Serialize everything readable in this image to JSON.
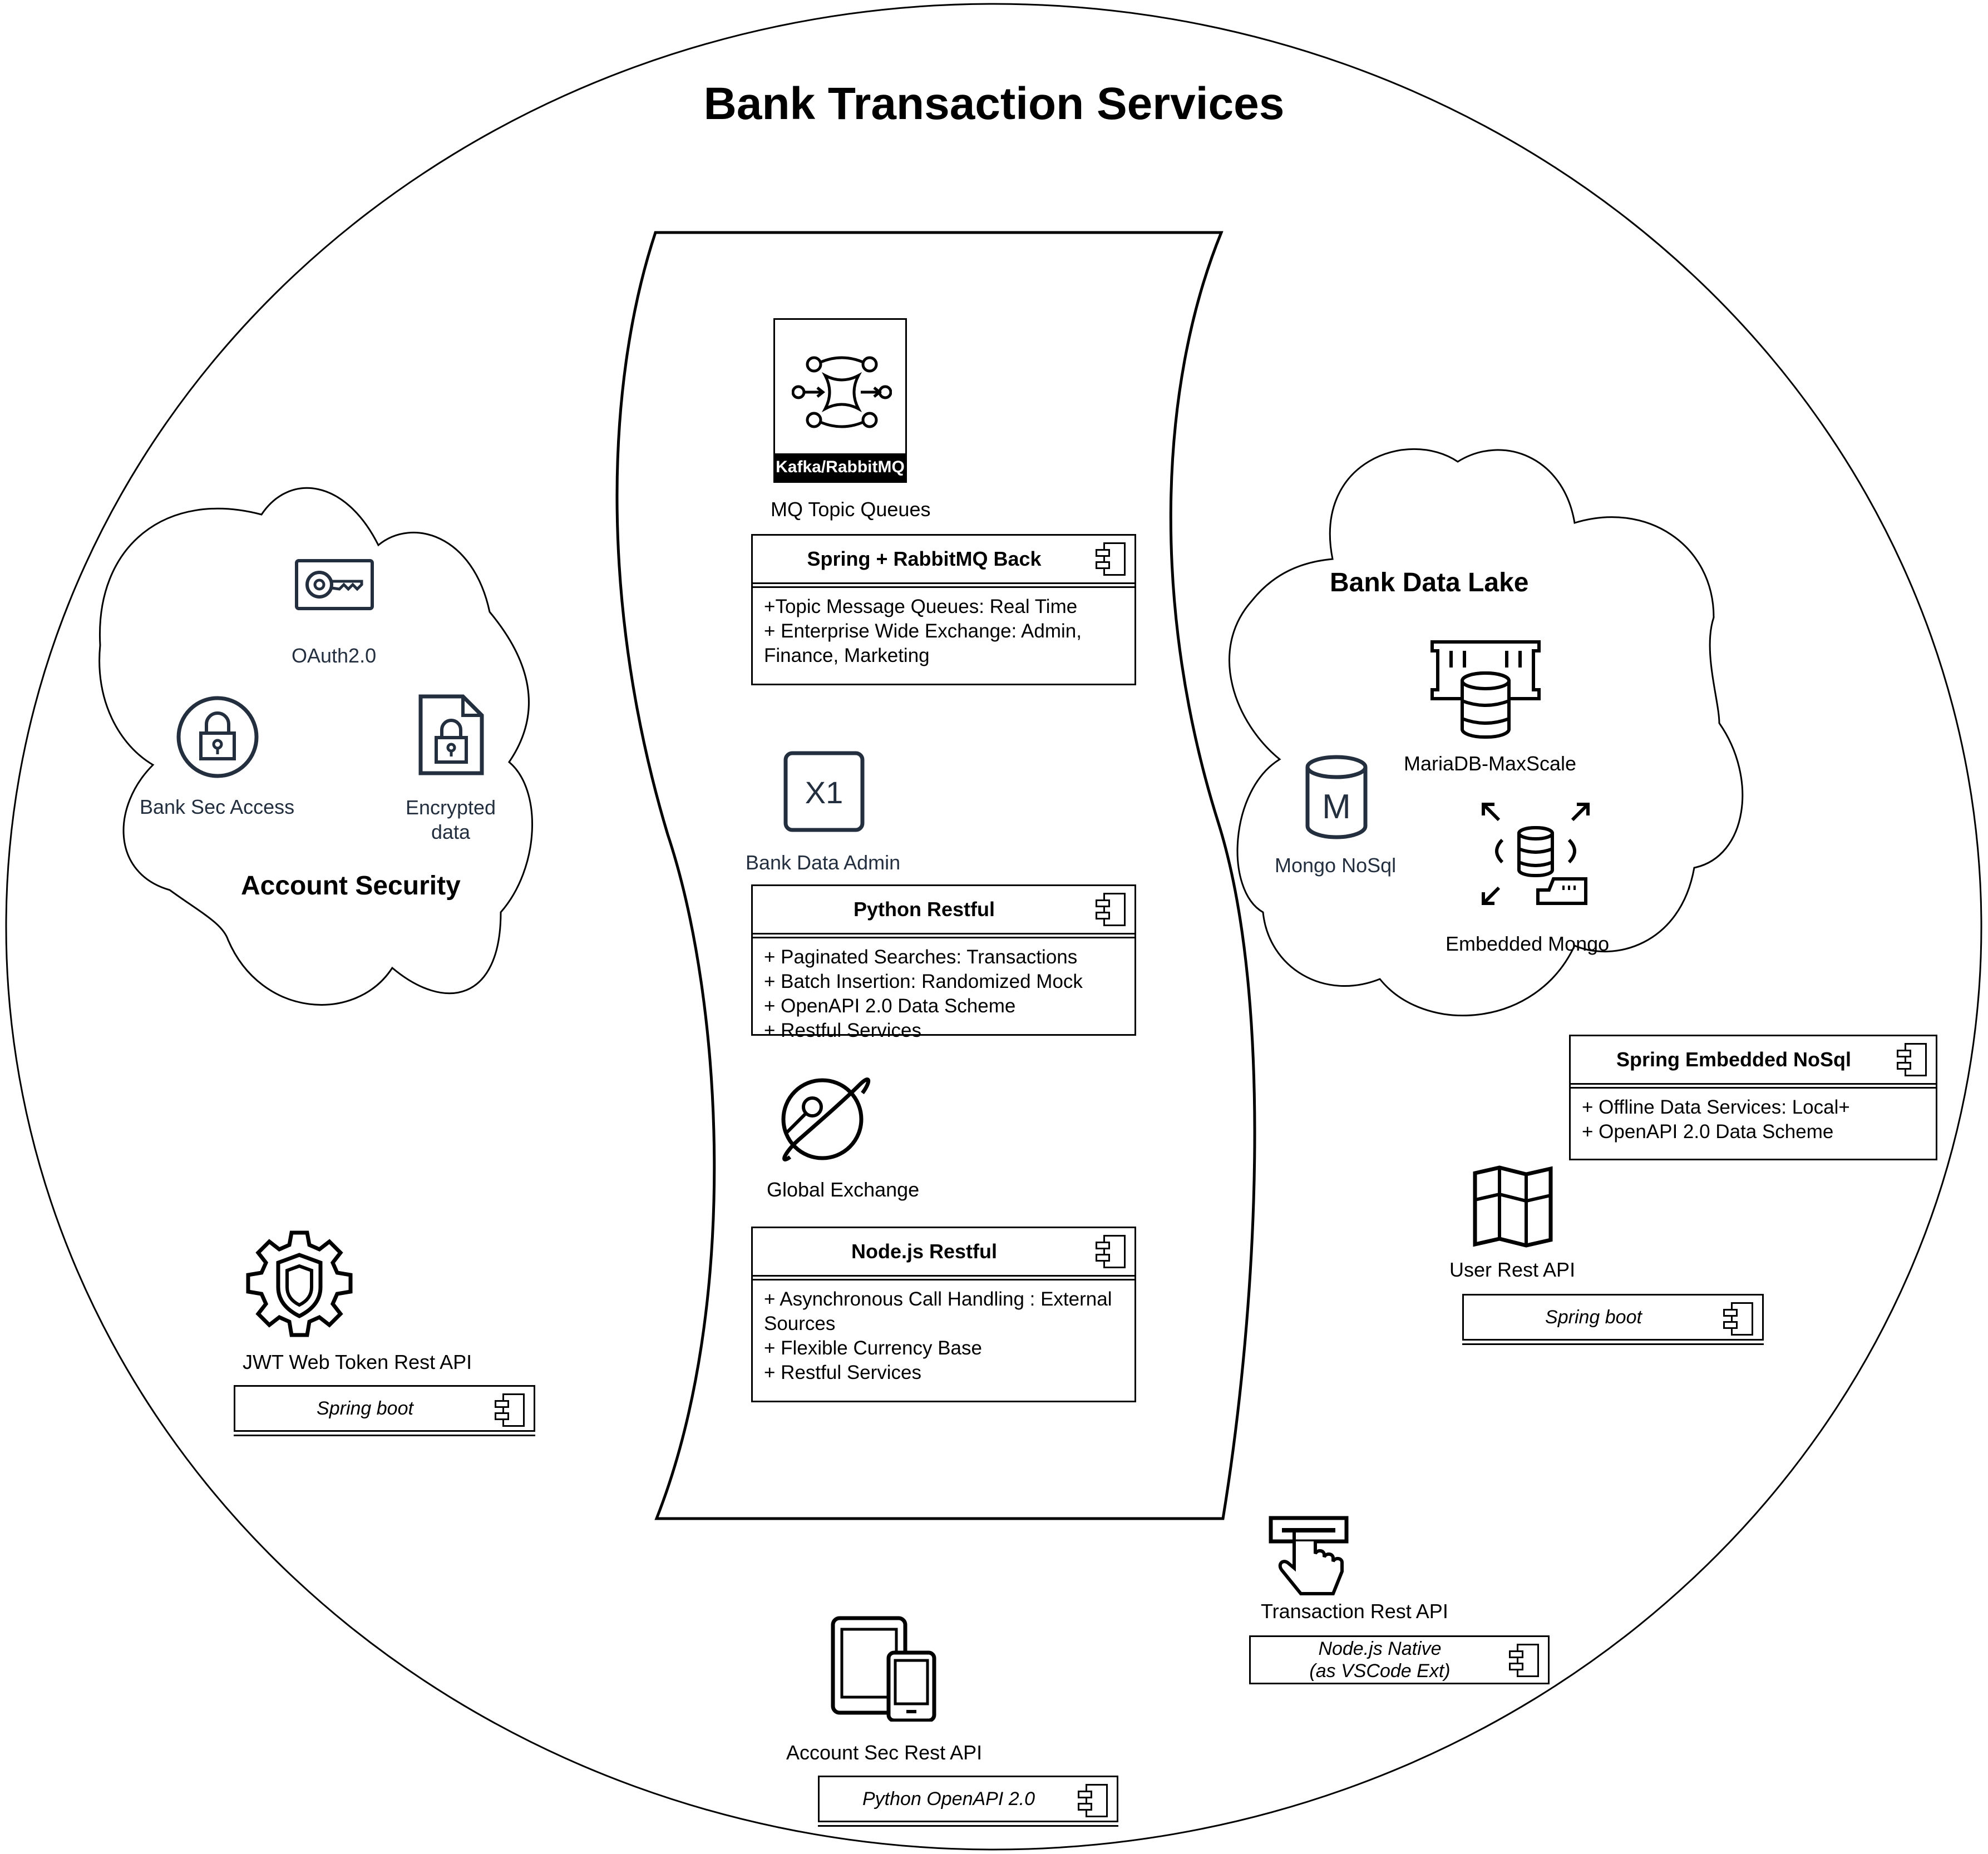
{
  "title": "Bank Transaction Services",
  "account_security": {
    "heading": "Account Security",
    "oauth_label": "OAuth2.0",
    "sec_access_label": "Bank Sec Access",
    "encrypted_label_line1": "Encrypted",
    "encrypted_label_line2": "data"
  },
  "data_lake": {
    "heading": "Bank Data Lake",
    "mariadb_label": "MariaDB-MaxScale",
    "mongo_label": "Mongo NoSql",
    "embedded_label": "Embedded Mongo"
  },
  "middle": {
    "kafka_label": "Kafka/RabbitMQ",
    "mq_label": "MQ Topic Queues",
    "spring_rabbit": {
      "title": "Spring + RabbitMQ Back",
      "lines": [
        "+Topic Message Queues: Real Time",
        "+ Enterprise Wide Exchange: Admin,",
        "Finance, Marketing"
      ]
    },
    "data_admin_label": "Bank Data Admin",
    "python_restful": {
      "title": "Python Restful",
      "lines": [
        "+ Paginated Searches: Transactions",
        "+ Batch Insertion: Randomized Mock",
        "+ OpenAPI 2.0 Data Scheme",
        "+ Restful Services"
      ]
    },
    "global_exchange_label": "Global Exchange",
    "node_restful": {
      "title": "Node.js Restful",
      "lines": [
        "+ Asynchronous Call Handling : External",
        "Sources",
        "+ Flexible Currency Base",
        "+ Restful Services"
      ]
    }
  },
  "spring_embedded": {
    "title": "Spring Embedded NoSql",
    "lines": [
      "+ Offline Data Services: Local+",
      "+ OpenAPI 2.0 Data Scheme"
    ]
  },
  "user_rest": {
    "label": "User Rest API",
    "tech": "Spring boot"
  },
  "jwt": {
    "label": "JWT Web Token Rest API",
    "tech": "Spring boot"
  },
  "transaction_rest": {
    "label": "Transaction Rest API",
    "tech_line1": "Node.js Native",
    "tech_line2": "(as VSCode Ext)"
  },
  "account_sec_rest": {
    "label": "Account Sec Rest API",
    "tech": "Python OpenAPI 2.0"
  },
  "colors": {
    "aws_dark": "#232f3e",
    "stroke": "#000000"
  }
}
